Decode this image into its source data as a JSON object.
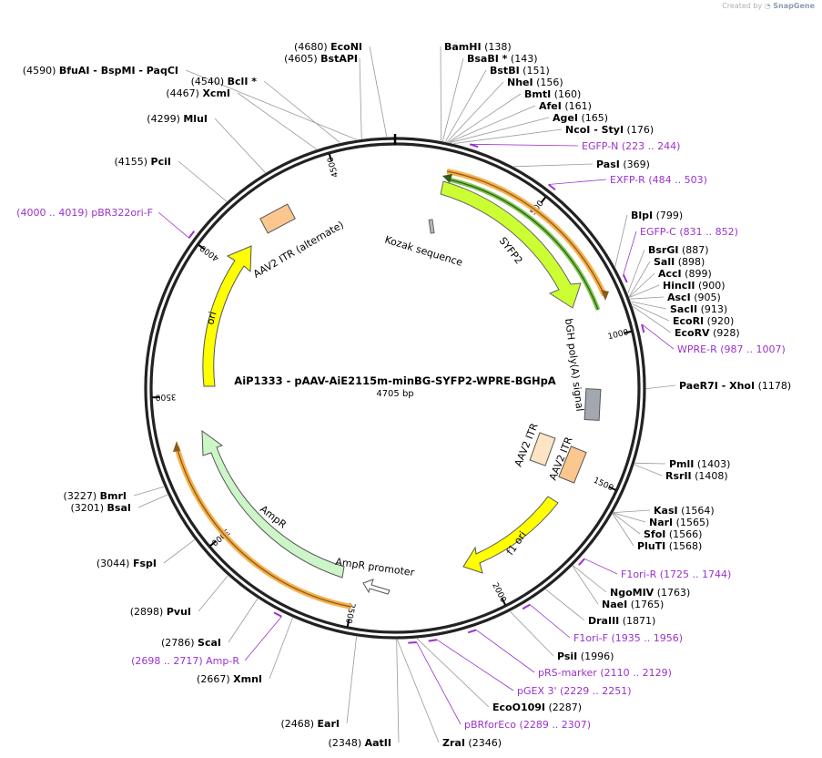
{
  "credit": {
    "prefix": "Created by",
    "brand": "SnapGene"
  },
  "plasmid": {
    "name": "AiP1333 - pAAV-AiE2115m-minBG-SYFP2-WPRE-BGHpA",
    "length": 4705,
    "length_label": "4705 bp"
  },
  "tick_labels": [
    "500",
    "1000",
    "1500",
    "2000",
    "2500",
    "3000",
    "3500",
    "4000",
    "4500"
  ],
  "sites": [
    {
      "id": "EcoNI",
      "text": "EcoNI",
      "num": "(4680)"
    },
    {
      "id": "BstAPI",
      "text": "BstAPI",
      "num": "(4605)"
    },
    {
      "id": "BfuAI",
      "text": "BfuAI  - BspMI  - PaqCI",
      "num": "(4590)"
    },
    {
      "id": "BclI",
      "text": "BclI *",
      "num": "(4540)"
    },
    {
      "id": "XcmI",
      "text": "XcmI",
      "num": "(4467)"
    },
    {
      "id": "MluI",
      "text": "MluI",
      "num": "(4299)"
    },
    {
      "id": "PciI",
      "text": "PciI",
      "num": "(4155)"
    },
    {
      "id": "BamHI",
      "text": "BamHI",
      "num": "(138)"
    },
    {
      "id": "BsaBI",
      "text": "BsaBI *",
      "num": "(143)"
    },
    {
      "id": "BstBI",
      "text": "BstBI",
      "num": "(151)"
    },
    {
      "id": "NheI",
      "text": "NheI",
      "num": "(156)"
    },
    {
      "id": "BmtI",
      "text": "BmtI",
      "num": "(160)"
    },
    {
      "id": "AfeI",
      "text": "AfeI",
      "num": "(161)"
    },
    {
      "id": "AgeI",
      "text": "AgeI",
      "num": "(165)"
    },
    {
      "id": "NcoI",
      "text": "NcoI  - StyI",
      "num": "(176)"
    },
    {
      "id": "PasI",
      "text": "PasI",
      "num": "(369)"
    },
    {
      "id": "BlpI",
      "text": "BlpI",
      "num": "(799)"
    },
    {
      "id": "BsrGI",
      "text": "BsrGI",
      "num": "(887)"
    },
    {
      "id": "SalI",
      "text": "SalI",
      "num": "(898)"
    },
    {
      "id": "AccI",
      "text": "AccI",
      "num": "(899)"
    },
    {
      "id": "HincII",
      "text": "HincII",
      "num": "(900)"
    },
    {
      "id": "AscI",
      "text": "AscI",
      "num": "(905)"
    },
    {
      "id": "SacII",
      "text": "SacII",
      "num": "(913)"
    },
    {
      "id": "EcoRI",
      "text": "EcoRI",
      "num": "(920)"
    },
    {
      "id": "EcoRV",
      "text": "EcoRV",
      "num": "(928)"
    },
    {
      "id": "PaeR7I",
      "text": "PaeR7I  - XhoI",
      "num": "(1178)"
    },
    {
      "id": "PmlI",
      "text": "PmlI",
      "num": "(1403)"
    },
    {
      "id": "RsrII",
      "text": "RsrII",
      "num": "(1408)"
    },
    {
      "id": "KasI",
      "text": "KasI",
      "num": "(1564)"
    },
    {
      "id": "NarI",
      "text": "NarI",
      "num": "(1565)"
    },
    {
      "id": "SfoI",
      "text": "SfoI",
      "num": "(1566)"
    },
    {
      "id": "PluTI",
      "text": "PluTI",
      "num": "(1568)"
    },
    {
      "id": "NgoMIV",
      "text": "NgoMIV",
      "num": "(1763)"
    },
    {
      "id": "NaeI",
      "text": "NaeI",
      "num": "(1765)"
    },
    {
      "id": "DraIII",
      "text": "DraIII",
      "num": "(1871)"
    },
    {
      "id": "PsiI",
      "text": "PsiI",
      "num": "(1996)"
    },
    {
      "id": "EcoO109I",
      "text": "EcoO109I",
      "num": "(2287)"
    },
    {
      "id": "ZraI",
      "text": "ZraI",
      "num": "(2346)"
    },
    {
      "id": "AatII",
      "text": "AatII",
      "num": "(2348)"
    },
    {
      "id": "EarI",
      "text": "EarI",
      "num": "(2468)"
    },
    {
      "id": "XmnI",
      "text": "XmnI",
      "num": "(2667)"
    },
    {
      "id": "ScaI",
      "text": "ScaI",
      "num": "(2786)"
    },
    {
      "id": "PvuI",
      "text": "PvuI",
      "num": "(2898)"
    },
    {
      "id": "FspI",
      "text": "FspI",
      "num": "(3044)"
    },
    {
      "id": "BsaI",
      "text": "BsaI",
      "num": "(3201)"
    },
    {
      "id": "BmrI",
      "text": "BmrI",
      "num": "(3227)"
    }
  ],
  "primers": [
    {
      "id": "EGFP-N",
      "text": "EGFP-N",
      "range": "(223 .. 244)"
    },
    {
      "id": "EXFP-R",
      "text": "EXFP-R",
      "range": "(484 .. 503)"
    },
    {
      "id": "EGFP-C",
      "text": "EGFP-C",
      "range": "(831 .. 852)"
    },
    {
      "id": "WPRE-R",
      "text": "WPRE-R",
      "range": "(987 .. 1007)"
    },
    {
      "id": "F1ori-R",
      "text": "F1ori-R",
      "range": "(1725 .. 1744)"
    },
    {
      "id": "F1ori-F",
      "text": "F1ori-F",
      "range": "(1935 .. 1956)"
    },
    {
      "id": "pRS-marker",
      "text": "pRS-marker",
      "range": "(2110 .. 2129)"
    },
    {
      "id": "pGEX3",
      "text": "pGEX 3'",
      "range": "(2229 .. 2251)"
    },
    {
      "id": "pBRforEco",
      "text": "pBRforEco",
      "range": "(2289 .. 2307)"
    },
    {
      "id": "Amp-R",
      "text": "Amp-R",
      "range": "(2698 .. 2717)"
    },
    {
      "id": "pBR322ori-F",
      "text": "pBR322ori-F",
      "range": "(4000 .. 4019)"
    }
  ],
  "features": [
    {
      "id": "SYFP2",
      "label": "SYFP2",
      "color": "#ccff33"
    },
    {
      "id": "Kozak",
      "label": "Kozak sequence",
      "color": "#b3b3b3"
    },
    {
      "id": "bGH",
      "label": "bGH poly(A) signal",
      "color": "#a3a8b0"
    },
    {
      "id": "AAV2ITR1",
      "label": "AAV2 ITR",
      "color": "#fde4c4"
    },
    {
      "id": "AAV2ITR2",
      "label": "AAV2 ITR",
      "color": "#fbc78f"
    },
    {
      "id": "f1ori",
      "label": "f1 ori",
      "color": "#ffff00"
    },
    {
      "id": "AmpRpromoter",
      "label": "AmpR promoter",
      "color": "#ffffff"
    },
    {
      "id": "AmpR",
      "label": "AmpR",
      "color": "#ccf5c8"
    },
    {
      "id": "ori",
      "label": "ori",
      "color": "#ffff00"
    },
    {
      "id": "AAV2ITRalt",
      "label": "AAV2 ITR (alternate)",
      "color": "#fbc78f"
    }
  ]
}
